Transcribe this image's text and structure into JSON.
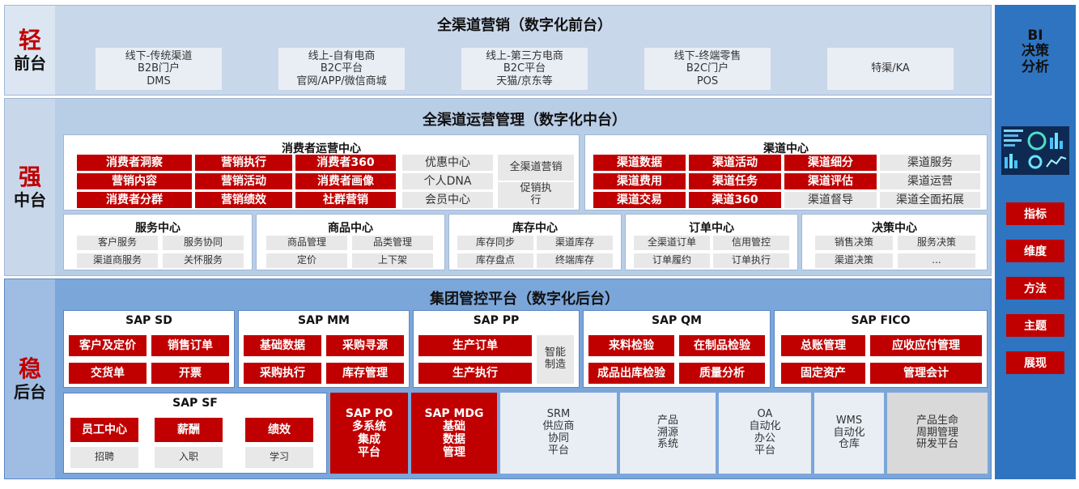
{
  "front": {
    "label_1": "轻",
    "label_2": "前台",
    "title": "全渠道营销（数字化前台）",
    "boxes": [
      {
        "lines": [
          "线下-传统渠道",
          "B2B门户",
          "DMS"
        ]
      },
      {
        "lines": [
          "线上-自有电商",
          "B2C平台",
          "官网/APP/微信商城"
        ]
      },
      {
        "lines": [
          "线上-第三方电商",
          "B2C平台",
          "天猫/京东等"
        ]
      },
      {
        "lines": [
          "线下-终端零售",
          "B2C门户",
          "POS"
        ]
      },
      {
        "lines": [
          "特渠/KA"
        ]
      }
    ]
  },
  "middle": {
    "label_1": "强",
    "label_2": "中台",
    "title": "全渠道运营管理（数字化中台）",
    "consumer": {
      "title": "消费者运营中心",
      "red": [
        "消费者洞察",
        "营销执行",
        "消费者360",
        "营销内容",
        "营销活动",
        "消费者画像",
        "消费者分群",
        "营销绩效",
        "社群营销"
      ],
      "gray": [
        "优惠中心",
        "个人DNA",
        "会员中心",
        "全渠道营销",
        "促销执行"
      ]
    },
    "channel": {
      "title": "渠道中心",
      "red": [
        "渠道数据",
        "渠道活动",
        "渠道细分",
        "渠道费用",
        "渠道任务",
        "渠道评估",
        "渠道交易",
        "渠道360"
      ],
      "gray": [
        "渠道服务",
        "渠道运营",
        "渠道督导",
        "渠道全面拓展"
      ]
    },
    "service": {
      "title": "服务中心",
      "items": [
        "客户服务",
        "服务协同",
        "渠道商服务",
        "关怀服务"
      ]
    },
    "product": {
      "title": "商品中心",
      "items": [
        "商品管理",
        "品类管理",
        "定价",
        "上下架"
      ]
    },
    "inventory": {
      "title": "库存中心",
      "items": [
        "库存同步",
        "渠道库存",
        "库存盘点",
        "终端库存"
      ]
    },
    "order": {
      "title": "订单中心",
      "items": [
        "全渠道订单",
        "信用管控",
        "订单履约",
        "订单执行"
      ]
    },
    "decision": {
      "title": "决策中心",
      "items": [
        "销售决策",
        "服务决策",
        "渠道决策",
        "..."
      ]
    }
  },
  "back": {
    "label_1": "稳",
    "label_2": "后台",
    "title": "集团管控平台（数字化后台）",
    "sd": {
      "title": "SAP SD",
      "items": [
        "客户及定价",
        "销售订单",
        "交货单",
        "开票"
      ]
    },
    "mm": {
      "title": "SAP MM",
      "items": [
        "基础数据",
        "采购寻源",
        "采购执行",
        "库存管理"
      ]
    },
    "pp": {
      "title": "SAP PP",
      "items": [
        "生产订单",
        "生产执行"
      ],
      "gray": "智能制造"
    },
    "qm": {
      "title": "SAP QM",
      "items": [
        "来料检验",
        "在制品检验",
        "成品出库检验",
        "质量分析"
      ]
    },
    "fico": {
      "title": "SAP FICO",
      "items": [
        "总账管理",
        "应收应付管理",
        "固定资产",
        "管理会计"
      ]
    },
    "sf": {
      "title": "SAP SF",
      "red": [
        "员工中心",
        "薪酬",
        "绩效"
      ],
      "gray": [
        "招聘",
        "入职",
        "学习"
      ]
    },
    "po": [
      "SAP PO",
      "多系统",
      "集成",
      "平台"
    ],
    "mdg": [
      "SAP MDG",
      "基础",
      "数据",
      "管理"
    ],
    "systems": [
      [
        "SRM",
        "供应商",
        "协同",
        "平台"
      ],
      [
        "产品",
        "溯源",
        "系统"
      ],
      [
        "OA",
        "自动化",
        "办公",
        "平台"
      ],
      [
        "WMS",
        "自动化",
        "仓库"
      ],
      [
        "产品生命",
        "周期管理",
        "研发平台"
      ]
    ]
  },
  "bi": {
    "title_lines": [
      "BI",
      "决策",
      "分析"
    ],
    "buttons": [
      "指标",
      "维度",
      "方法",
      "主题",
      "展现"
    ]
  },
  "colors": {
    "red": "#c00000",
    "front_bg": "#c9d7ea",
    "middle_bg": "#b8cde6",
    "back_bg": "#7ba6da",
    "bi_bg": "#2f74c0"
  }
}
